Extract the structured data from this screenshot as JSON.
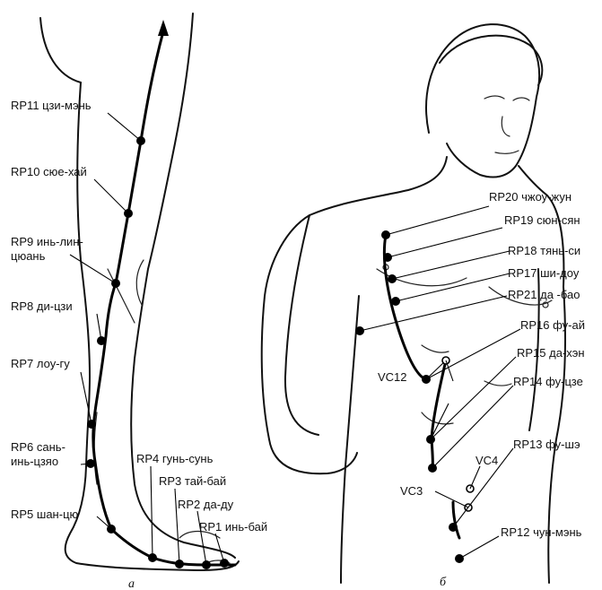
{
  "figure_a": {
    "caption": "а",
    "labels": {
      "rp11": "RP11 цзи-мэнь",
      "rp10": "RP10 сюе-хай",
      "rp9_line1": "RP9 инь-лин-",
      "rp9_line2": "цюань",
      "rp8": "RP8 ди-цзи",
      "rp7": "RP7 лоу-гу",
      "rp6_line1": "RP6 сань-",
      "rp6_line2": "инь-цзяо",
      "rp5": "RP5 шан-цю",
      "rp4": "RP4 гунь-сунь",
      "rp3": "RP3 тай-бай",
      "rp2": "RP2 да-ду",
      "rp1": "RP1 инь-бай"
    }
  },
  "figure_b": {
    "caption": "б",
    "labels": {
      "rp20": "RP20 чжоу-жун",
      "rp19": "RP19 сюн-сян",
      "rp18": "RP18 тянь-си",
      "rp17": "RP17 ши-доу",
      "rp21": "RP21 да -бао",
      "rp16": "RP16 фу-ай",
      "rp15": "RP15 да-хэн",
      "rp14": "RP14 фу-цзе",
      "rp13": "RP13 фу-шэ",
      "rp12": "RP12 чун-мэнь",
      "vc12": "VC12",
      "vc4": "VC4",
      "vc3": "VC3"
    }
  }
}
